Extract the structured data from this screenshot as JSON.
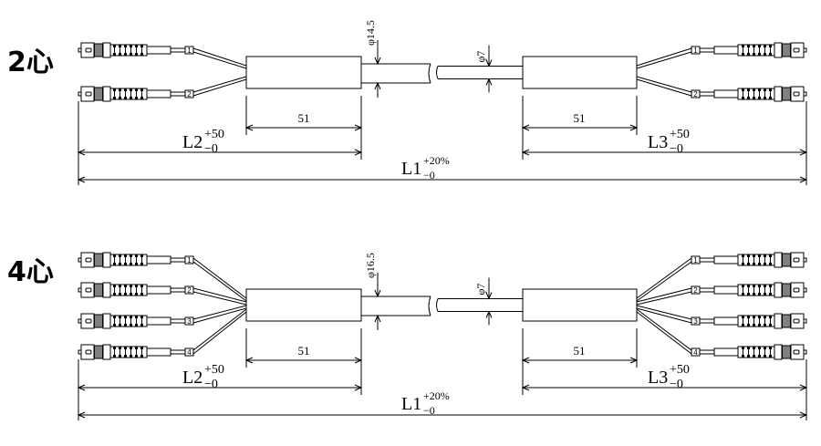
{
  "diagrams": [
    {
      "title": "2心",
      "cores": [
        "1",
        "2"
      ],
      "sheath_diameter": "φ14.5",
      "cable_diameter": "φ7",
      "box_length_left": "51",
      "box_length_right": "51",
      "l2": {
        "name": "L2",
        "tol_plus": "+50",
        "tol_minus": "−0"
      },
      "l3": {
        "name": "L3",
        "tol_plus": "+50",
        "tol_minus": "−0"
      },
      "l1": {
        "name": "L1",
        "tol_plus": "+20%",
        "tol_minus": "−0"
      }
    },
    {
      "title": "4心",
      "cores": [
        "1",
        "2",
        "3",
        "4"
      ],
      "sheath_diameter": "φ16.5",
      "cable_diameter": "φ7",
      "box_length_left": "51",
      "box_length_right": "51",
      "l2": {
        "name": "L2",
        "tol_plus": "+50",
        "tol_minus": "−0"
      },
      "l3": {
        "name": "L3",
        "tol_plus": "+50",
        "tol_minus": "−0"
      },
      "l1": {
        "name": "L1",
        "tol_plus": "+20%",
        "tol_minus": "−0"
      }
    }
  ]
}
